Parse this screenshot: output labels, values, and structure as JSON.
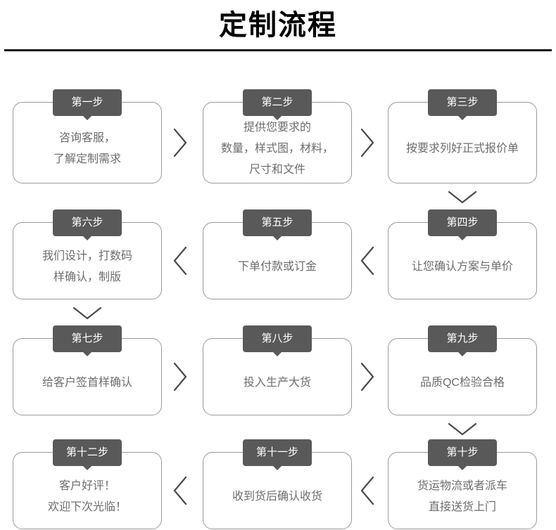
{
  "title": "定制流程",
  "theme": {
    "badge_bg": "#595959",
    "badge_text": "#ffffff",
    "card_border": "#9a9a9a",
    "card_text": "#6d6d6d",
    "title_color": "#000000",
    "rule_color": "#111111",
    "connector_color": "#4a4a4a"
  },
  "steps": [
    {
      "badge": "第一步",
      "lines": [
        "咨询客服，",
        "了解定制需求"
      ]
    },
    {
      "badge": "第二步",
      "lines": [
        "提供您要求的",
        "数量，样式图，材料，",
        "尺寸和文件"
      ]
    },
    {
      "badge": "第三步",
      "lines": [
        "按要求列好正式报价单"
      ]
    },
    {
      "badge": "第四步",
      "lines": [
        "让您确认方案与单价"
      ]
    },
    {
      "badge": "第五步",
      "lines": [
        "下单付款或订金"
      ]
    },
    {
      "badge": "第六步",
      "lines": [
        "我们设计，打数码",
        "样确认，制版"
      ]
    },
    {
      "badge": "第七步",
      "lines": [
        "给客户签首样确认"
      ]
    },
    {
      "badge": "第八步",
      "lines": [
        "投入生产大货"
      ]
    },
    {
      "badge": "第九步",
      "lines": [
        "品质QC检验合格"
      ]
    },
    {
      "badge": "第十步",
      "lines": [
        "货运物流或者派车",
        "直接送货上门"
      ]
    },
    {
      "badge": "第十一步",
      "lines": [
        "收到货后确认收货"
      ]
    },
    {
      "badge": "第十二步",
      "lines": [
        "客户好评！",
        "欢迎下次光临！"
      ]
    }
  ],
  "connectors": [
    {
      "name": "arrow-step1-to-step2",
      "direction": "right"
    },
    {
      "name": "arrow-step2-to-step3",
      "direction": "right"
    },
    {
      "name": "arrow-step3-to-step4",
      "direction": "down"
    },
    {
      "name": "arrow-step4-to-step5",
      "direction": "left"
    },
    {
      "name": "arrow-step5-to-step6",
      "direction": "left"
    },
    {
      "name": "arrow-step6-to-step7",
      "direction": "down"
    },
    {
      "name": "arrow-step7-to-step8",
      "direction": "right"
    },
    {
      "name": "arrow-step8-to-step9",
      "direction": "right"
    },
    {
      "name": "arrow-step9-to-step10",
      "direction": "down"
    },
    {
      "name": "arrow-step10-to-step11",
      "direction": "left"
    },
    {
      "name": "arrow-step11-to-step12",
      "direction": "left"
    }
  ]
}
